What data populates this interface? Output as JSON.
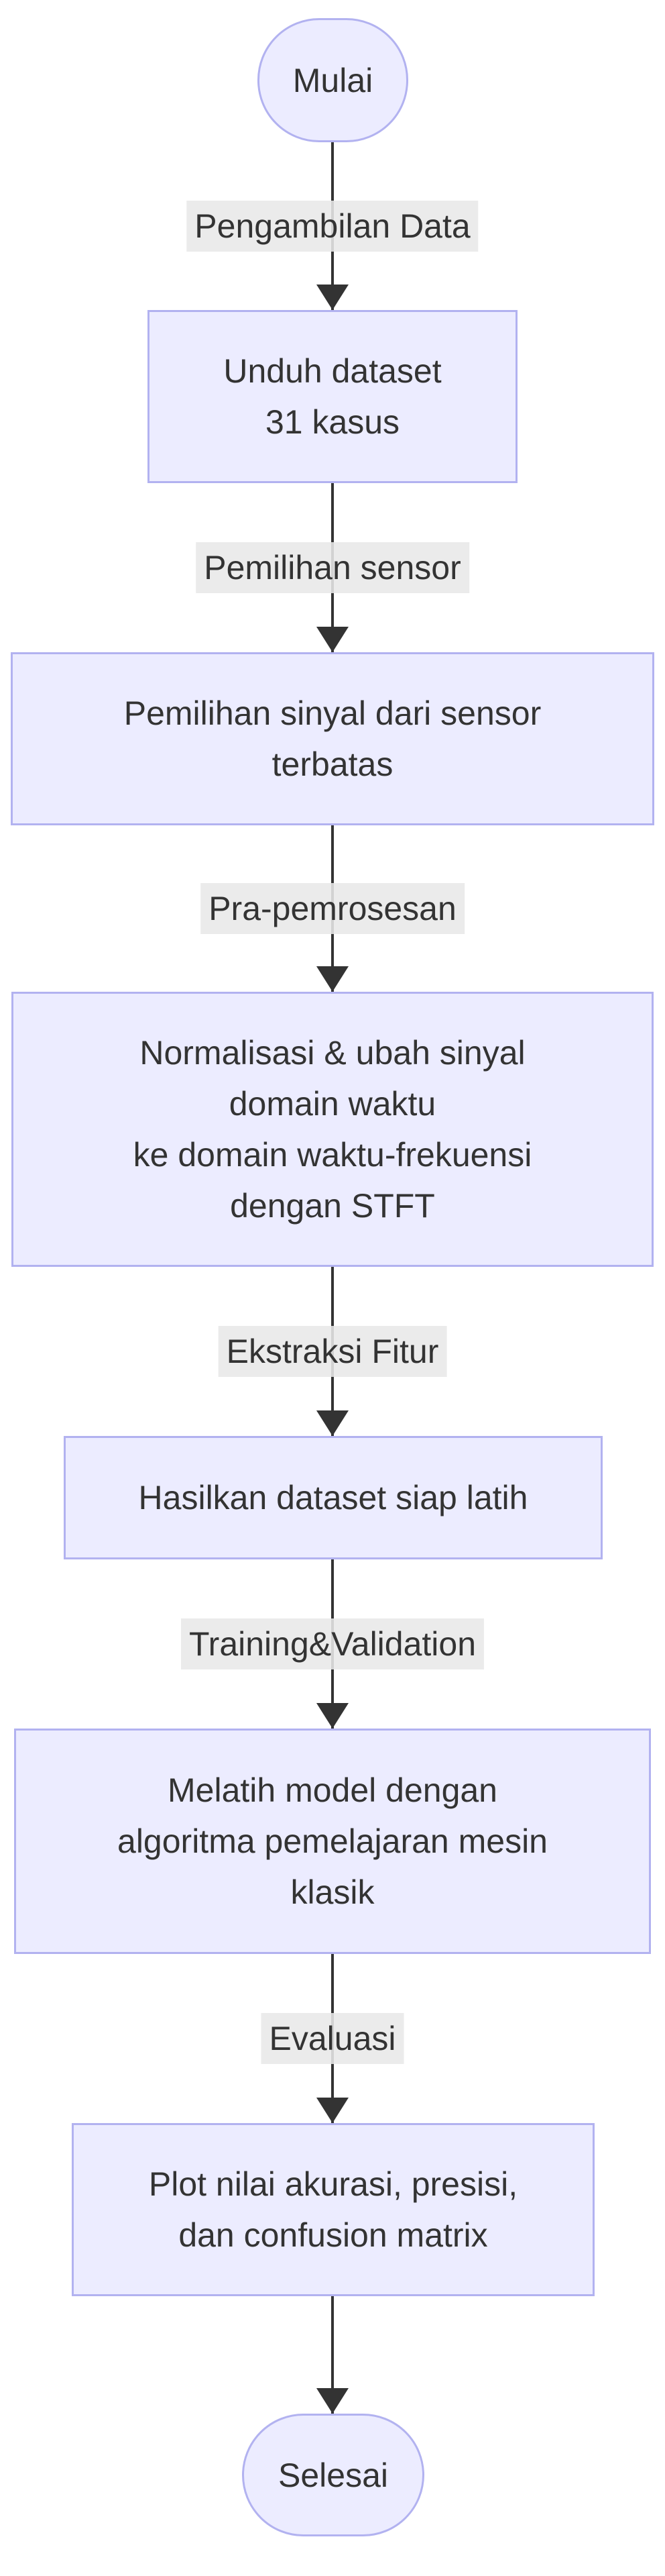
{
  "diagram": {
    "type": "flowchart-top-down",
    "colors": {
      "background": "#ffffff",
      "node_fill": "#ECECFF",
      "node_border": "#B2B2F0",
      "edge_line": "#333333",
      "edge_label_bg": "#e8e8e8",
      "text": "#333333"
    },
    "nodes": [
      {
        "id": "start",
        "shape": "stadium",
        "label": "Mulai"
      },
      {
        "id": "download",
        "shape": "rect",
        "label": "Unduh dataset\n31 kasus"
      },
      {
        "id": "select",
        "shape": "rect",
        "label": "Pemilihan sinyal dari sensor\nterbatas"
      },
      {
        "id": "preprocess",
        "shape": "rect",
        "label": "Normalisasi & ubah sinyal\ndomain waktu\nke domain waktu-frekuensi\ndengan STFT"
      },
      {
        "id": "dataset",
        "shape": "rect",
        "label": "Hasilkan dataset siap latih"
      },
      {
        "id": "train",
        "shape": "rect",
        "label": "Melatih model dengan\nalgoritma pemelajaran mesin\nklasik"
      },
      {
        "id": "plot",
        "shape": "rect",
        "label": "Plot nilai akurasi, presisi,\ndan confusion matrix"
      },
      {
        "id": "end",
        "shape": "stadium",
        "label": "Selesai"
      }
    ],
    "edges": [
      {
        "from": "start",
        "to": "download",
        "label": "Pengambilan Data"
      },
      {
        "from": "download",
        "to": "select",
        "label": "Pemilihan sensor"
      },
      {
        "from": "select",
        "to": "preprocess",
        "label": "Pra-pemrosesan"
      },
      {
        "from": "preprocess",
        "to": "dataset",
        "label": "Ekstraksi Fitur"
      },
      {
        "from": "dataset",
        "to": "train",
        "label": "Training&Validation"
      },
      {
        "from": "train",
        "to": "plot",
        "label": "Evaluasi"
      },
      {
        "from": "plot",
        "to": "end",
        "label": ""
      }
    ]
  }
}
